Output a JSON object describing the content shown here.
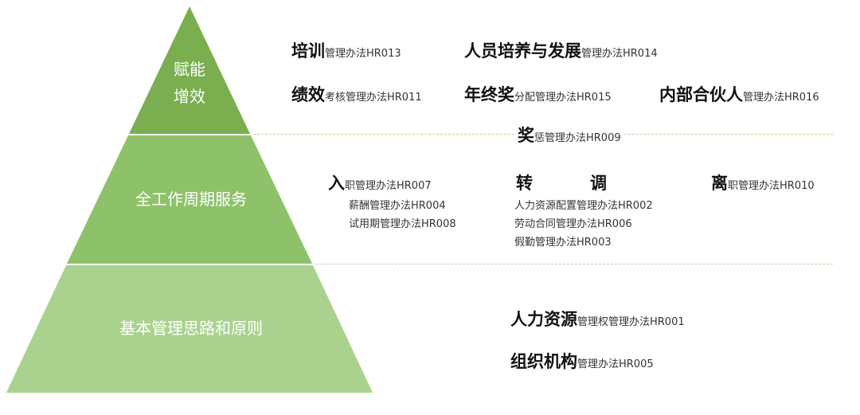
{
  "colors": {
    "tier_top": "#7aae4e",
    "tier_mid": "#8ec26a",
    "tier_bottom": "#aad28e",
    "divider": "#b7d49a"
  },
  "tiers": {
    "top": {
      "line1": "赋能",
      "line2": "增效"
    },
    "middle": {
      "label": "全工作周期服务"
    },
    "bottom": {
      "label": "基本管理思路和原则"
    }
  },
  "top_docs": {
    "training": {
      "big": "培训",
      "small": "管理办法HR013"
    },
    "development": {
      "big": "人员培养与发展",
      "small": "管理办法HR014"
    },
    "performance": {
      "big": "绩效",
      "small": "考核管理办法HR011"
    },
    "year_end_bonus": {
      "big": "年终奖",
      "small": "分配管理办法HR015"
    },
    "partner": {
      "big": "内部合伙人",
      "small": "管理办法HR016"
    },
    "reward_penalty": {
      "big": "奖",
      "small": "惩管理办法HR009"
    }
  },
  "middle_docs": {
    "onboarding": {
      "big": "入",
      "small": "职管理办法HR007"
    },
    "salary": "薪酬管理办法HR004",
    "probation": "试用期管理办法HR008",
    "transfer": {
      "char1": "转",
      "char2": "调"
    },
    "hr_allocation": "人力资源配置管理办法HR002",
    "labor_contract": "劳动合同管理办法HR006",
    "leave": "假勤管理办法HR003",
    "resignation": {
      "big": "离",
      "small": "职管理办法HR010"
    }
  },
  "bottom_docs": {
    "hr_authority": {
      "big": "人力资源",
      "small": "管理权管理办法HR001"
    },
    "organization": {
      "big": "组织机构",
      "small": "管理办法HR005"
    }
  }
}
